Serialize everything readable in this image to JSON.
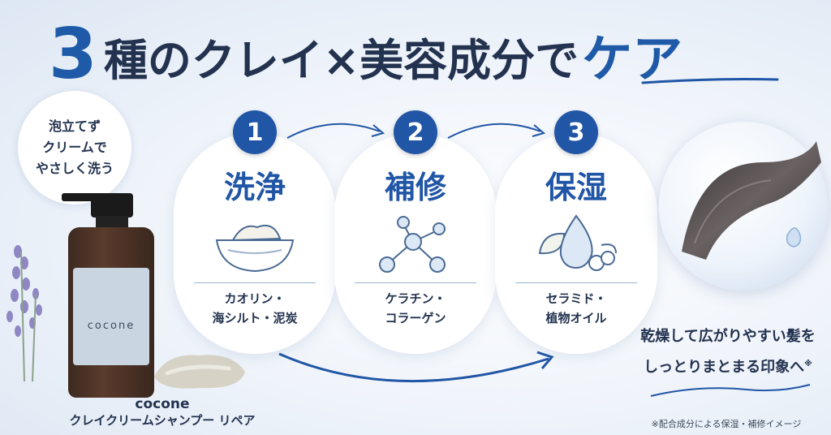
{
  "title": {
    "number": "3",
    "main": "種のクレイ×美容成分で",
    "accent": "ケア"
  },
  "bubble": {
    "lines": [
      "泡立てず",
      "クリームで",
      "やさしく洗う"
    ]
  },
  "product": {
    "bottle_brand": "cocone",
    "brand": "cocone",
    "name": "クレイクリームシャンプー リペア"
  },
  "steps": [
    {
      "number": "1",
      "title": "洗浄",
      "desc_lines": [
        "カオリン・",
        "海シルト・泥炭"
      ],
      "icon": "clay-bowl-icon"
    },
    {
      "number": "2",
      "title": "補修",
      "desc_lines": [
        "ケラチン・",
        "コラーゲン"
      ],
      "icon": "molecule-icon"
    },
    {
      "number": "3",
      "title": "保湿",
      "desc_lines": [
        "セラミド・",
        "植物オイル"
      ],
      "icon": "water-drop-leaf-icon"
    }
  ],
  "result": {
    "lines": [
      "乾燥して広がりやすい髪を",
      "しっとりまとまる印象へ"
    ],
    "mark": "※"
  },
  "note": "※配合成分による保湿・補修イメージ",
  "colors": {
    "accent": "#2156a6",
    "text": "#23324f",
    "background": "#eef3fa"
  }
}
